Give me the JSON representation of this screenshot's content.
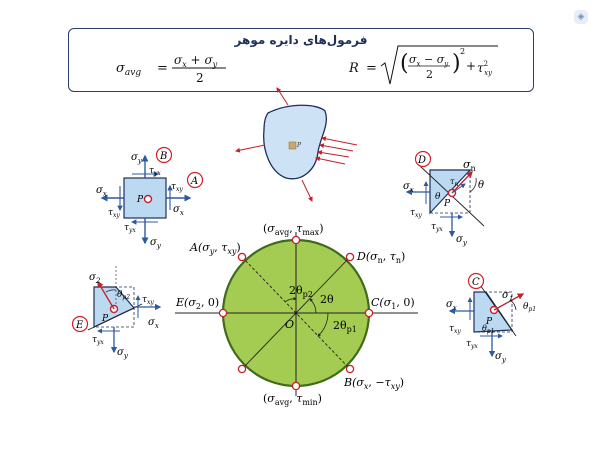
{
  "title": "فرمول‌های دایره موهر",
  "formula_avg": {
    "lhs": "σ",
    "lhs_sub": "avg",
    "eq": "=",
    "num_a": "σ",
    "num_a_sub": "x",
    "plus": "+",
    "num_b": "σ",
    "num_b_sub": "y",
    "den": "2"
  },
  "formula_r": {
    "lhs": "R",
    "eq": "=",
    "a": "σ",
    "a_sub": "x",
    "minus": "−",
    "b": "σ",
    "b_sub": "y",
    "den": "2",
    "exp": "2",
    "plus": "+",
    "tau": "τ",
    "tau_sub": "xy",
    "tau_exp": "2"
  },
  "body_label": "P",
  "circle": {
    "A": "A(σ",
    "A_full": [
      "A(",
      "σ",
      "y",
      ", ",
      "τ",
      "xy",
      ")"
    ],
    "D_full": [
      "D(",
      "σ",
      "n",
      ", ",
      "τ",
      "n",
      ")"
    ],
    "E_full": [
      "E(",
      "σ",
      "2",
      ", 0)"
    ],
    "C_full": [
      "C(",
      "σ",
      "1",
      ", 0)"
    ],
    "B_full": [
      "B(",
      "σ",
      "x",
      ", −",
      "τ",
      "xy",
      ")"
    ],
    "top_full": [
      "(",
      "σ",
      "avg",
      ", ",
      "τ",
      "max",
      ")"
    ],
    "bottom_full": [
      "(",
      "σ",
      "avg",
      ", ",
      "τ",
      "min",
      ")"
    ],
    "origin": "O",
    "angle_2theta": "2θ",
    "angle_2theta_p1": [
      "2θ",
      "p1"
    ],
    "angle_2theta_p2": [
      "2θ",
      "p2"
    ]
  },
  "element_B": {
    "badge": "B",
    "sy": "σ",
    "sy_sub": "y",
    "tyx": "τ",
    "tyx_sub": "yx",
    "sx": "σ",
    "sx_sub": "x",
    "txy": "τ",
    "txy_sub": "xy",
    "P": "P"
  },
  "element_A": {
    "badge": "A"
  },
  "element_D": {
    "badge": "D",
    "sn": "σ",
    "sn_sub": "n",
    "tn": "τ",
    "tn_sub": "n",
    "theta": "θ",
    "sx": "σ",
    "sx_sub": "x",
    "txy": "τ",
    "txy_sub": "xy",
    "tyx": "τ",
    "tyx_sub": "yx",
    "sy": "σ",
    "sy_sub": "y",
    "P": "P"
  },
  "element_E": {
    "badge": "E",
    "s2": "σ",
    "s2_sub": "2",
    "thp2": "θ",
    "thp2_sub": "p2",
    "txy": "τ",
    "txy_sub": "xy",
    "sx": "σ",
    "sx_sub": "x",
    "tyx": "τ",
    "tyx_sub": "yx",
    "sy": "σ",
    "sy_sub": "y",
    "P": "P"
  },
  "element_C": {
    "badge": "C",
    "s1": "σ",
    "s1_sub": "1",
    "thp1": "θ",
    "thp1_sub": "p1",
    "sx": "σ",
    "sx_sub": "x",
    "txy": "τ",
    "txy_sub": "xy",
    "tyx": "τ",
    "tyx_sub": "yx",
    "sy": "σ",
    "sy_sub": "y",
    "P": "P"
  },
  "colors": {
    "circle_fill": "#a4cc52",
    "circle_stroke": "#3f6b1a",
    "arrow_blue": "#2c5aa0",
    "arrow_red": "#c4202a",
    "element_fill": "#bcd9f2",
    "badge": "#d4202a",
    "navy": "#1e2f5a"
  },
  "icons": {
    "corner": "app-icon"
  }
}
